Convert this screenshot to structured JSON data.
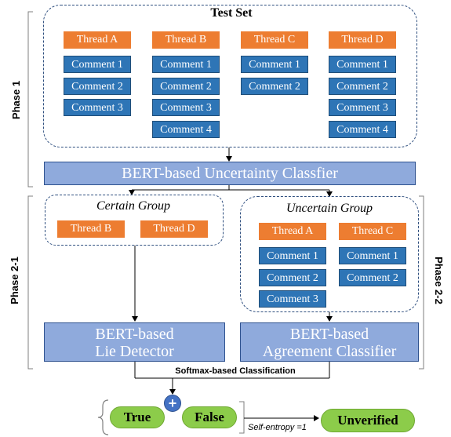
{
  "phase1": {
    "label": "Phase 1",
    "test_set": {
      "title": "Test Set",
      "columns": [
        {
          "thread": "Thread A",
          "comments": [
            "Comment 1",
            "Comment 2",
            "Comment 3"
          ]
        },
        {
          "thread": "Thread B",
          "comments": [
            "Comment 1",
            "Comment 2",
            "Comment 3",
            "Comment 4"
          ]
        },
        {
          "thread": "Thread C",
          "comments": [
            "Comment 1",
            "Comment 2"
          ]
        },
        {
          "thread": "Thread D",
          "comments": [
            "Comment 1",
            "Comment 2",
            "Comment 3",
            "Comment 4"
          ]
        }
      ]
    },
    "classifier": "BERT-based Uncertainty Classfier"
  },
  "phase21": {
    "label": "Phase 2-1",
    "group_title": "Certain Group",
    "threads": [
      "Thread B",
      "Thread D"
    ],
    "detector_line1": "BERT-based",
    "detector_line2": "Lie Detector"
  },
  "phase22": {
    "label": "Phase 2-2",
    "group_title": "Uncertain Group",
    "threads": [
      "Thread A",
      "Thread C"
    ],
    "comments_a": [
      "Comment 1",
      "Comment 2",
      "Comment 3"
    ],
    "comments_c": [
      "Comment 1",
      "Comment 2"
    ],
    "classifier_line1": "BERT-based",
    "classifier_line2": "Agreement Classifier"
  },
  "bottom": {
    "softmax_label": "Softmax-based Classification",
    "plus": "+",
    "true_label": "True",
    "false_label": "False",
    "self_entropy": "Self-entropy =1",
    "unverified_label": "Unverified"
  },
  "colors": {
    "thread": "#ed7d31",
    "comment": "#2e75b6",
    "bert": "#8faadc",
    "pill": "#8ccc4a",
    "border": "#2f4f7f"
  }
}
